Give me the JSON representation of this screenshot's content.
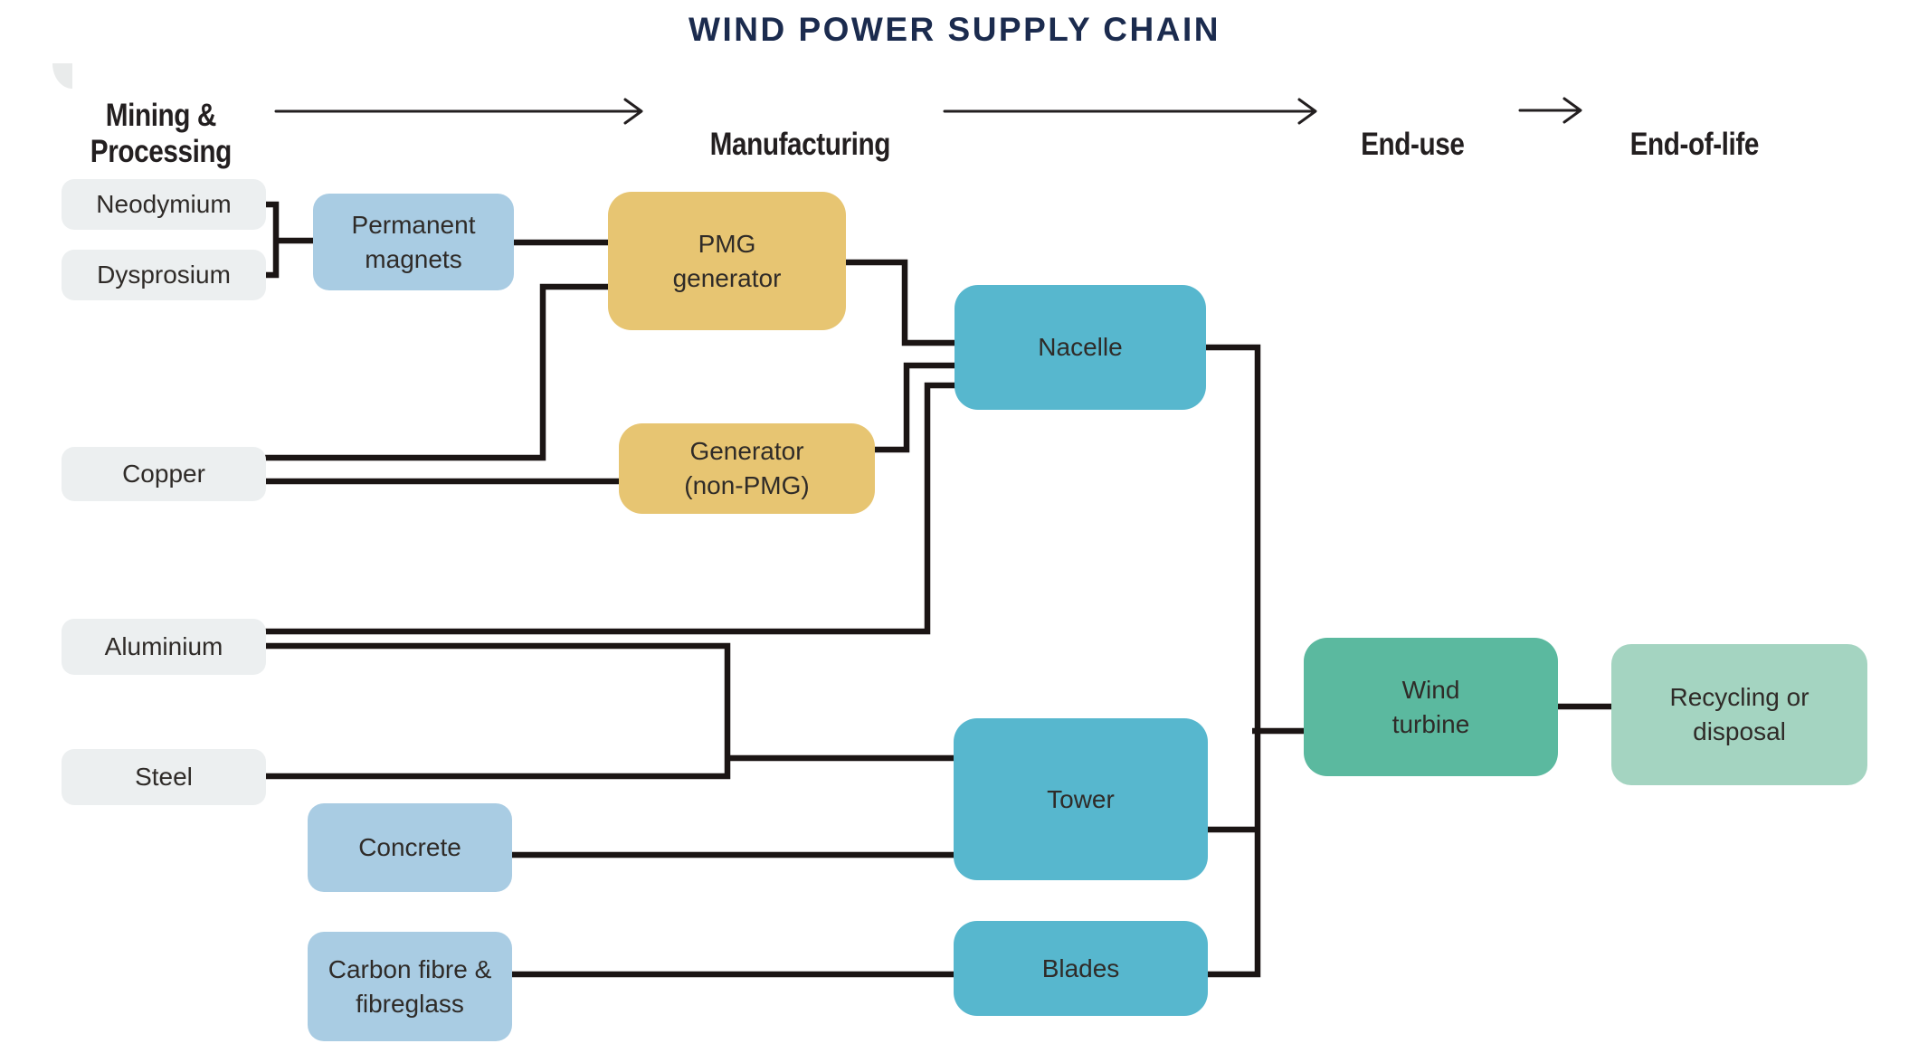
{
  "title": "WIND POWER SUPPLY CHAIN",
  "stages": {
    "mining": "Mining &\nProcessing",
    "manufacturing": "Manufacturing",
    "end_use": "End-use",
    "end_of_life": "End-of-life"
  },
  "nodes": {
    "neodymium": {
      "label": "Neodymium"
    },
    "dysprosium": {
      "label": "Dysprosium"
    },
    "permanent_magnets": {
      "label": "Permanent\nmagnets"
    },
    "pmg_generator": {
      "label": "PMG\ngenerator"
    },
    "copper": {
      "label": "Copper"
    },
    "generator_non_pmg": {
      "label": "Generator\n(non-PMG)"
    },
    "aluminium": {
      "label": "Aluminium"
    },
    "steel": {
      "label": "Steel"
    },
    "concrete": {
      "label": "Concrete"
    },
    "carbon_fibre": {
      "label": "Carbon fibre &\nfibreglass"
    },
    "nacelle": {
      "label": "Nacelle"
    },
    "tower": {
      "label": "Tower"
    },
    "blades": {
      "label": "Blades"
    },
    "wind_turbine": {
      "label": "Wind\nturbine"
    },
    "recycling": {
      "label": "Recycling or\ndisposal"
    }
  },
  "colors": {
    "raw_material_box": "#eceff0",
    "processed_material_box": "#a9cce3",
    "generator_box": "#e7c572",
    "component_box": "#57b7ce",
    "end_use_box": "#5bb99f",
    "end_of_life_box": "#a4d4c1",
    "connector_line": "#1b1514",
    "title_text": "#1b2b4e"
  }
}
